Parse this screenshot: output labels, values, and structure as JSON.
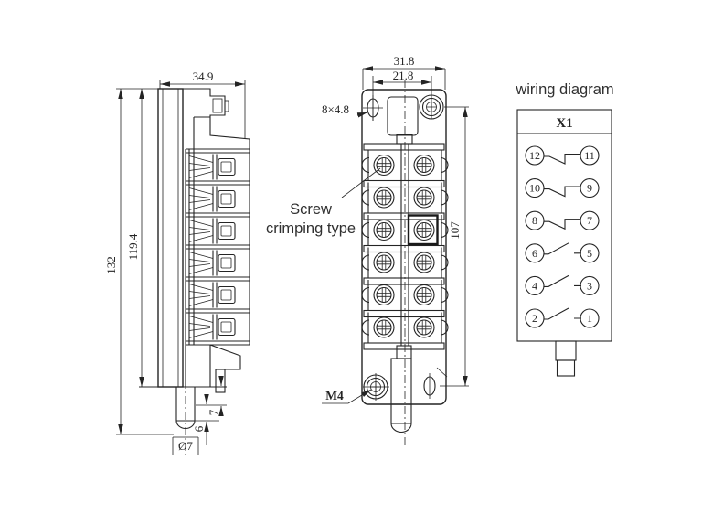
{
  "labels": {
    "wiring_title": "wiring diagram",
    "connector_id": "X1",
    "screw_note_line1": "Screw",
    "screw_note_line2": "crimping type"
  },
  "dimensions": {
    "side_width": "34.9",
    "side_total_height": "132",
    "side_body_height": "119.4",
    "side_pin_step1": "7",
    "side_pin_step2": "6",
    "side_pin_diameter": "Ø7",
    "front_width": "31.8",
    "front_hole_span": "21.8",
    "front_slot_spec": "8×4.8",
    "front_mount_height": "107",
    "front_screw_spec": "M4"
  },
  "wiring": {
    "rows": [
      {
        "left": "12",
        "right": "11",
        "contact": "closed"
      },
      {
        "left": "10",
        "right": "9",
        "contact": "closed"
      },
      {
        "left": "8",
        "right": "7",
        "contact": "closed"
      },
      {
        "left": "6",
        "right": "5",
        "contact": "open"
      },
      {
        "left": "4",
        "right": "3",
        "contact": "open"
      },
      {
        "left": "2",
        "right": "1",
        "contact": "open"
      }
    ]
  },
  "colors": {
    "ink": "#242424",
    "bg": "#ffffff"
  }
}
